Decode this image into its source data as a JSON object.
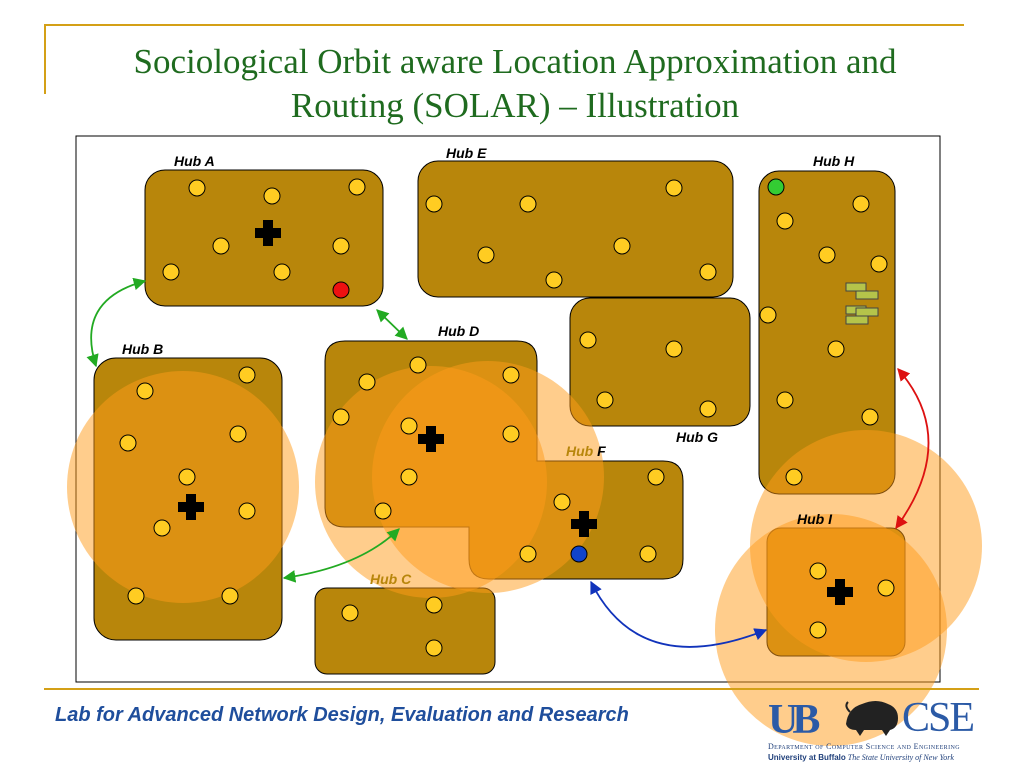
{
  "slide": {
    "title_line1": "Sociological Orbit aware Location Approximation and",
    "title_line2": "Routing (SOLAR) – Illustration",
    "footer": "Lab for Advanced Network Design, Evaluation and Research"
  },
  "logo": {
    "mark_left": "UB",
    "mark_right": "CSE",
    "department": "Department of Computer Science and Engineering",
    "university_bold": "University at Buffalo",
    "university_rest": " The State University of New York"
  },
  "hubs": {
    "a": "Hub A",
    "b": "Hub B",
    "c": "Hub C",
    "d": "Hub D",
    "e": "Hub E",
    "f_prefix": "Hub ",
    "f_suffix": "F",
    "g": "Hub G",
    "h": "Hub H",
    "i": "Hub I"
  },
  "colors": {
    "hub_fill": "#b8860b",
    "node_fill": "#ffcc22",
    "range_fill": "#ff9c1a",
    "node_green": "#33cc33",
    "node_red": "#ee1111",
    "node_blue": "#1144cc",
    "arrow_green": "#22aa22",
    "arrow_red": "#dd1111",
    "arrow_blue": "#1133bb",
    "arrow_olive": "#88aa22",
    "title": "#1f6b1f",
    "footer": "#1f4e9c"
  }
}
